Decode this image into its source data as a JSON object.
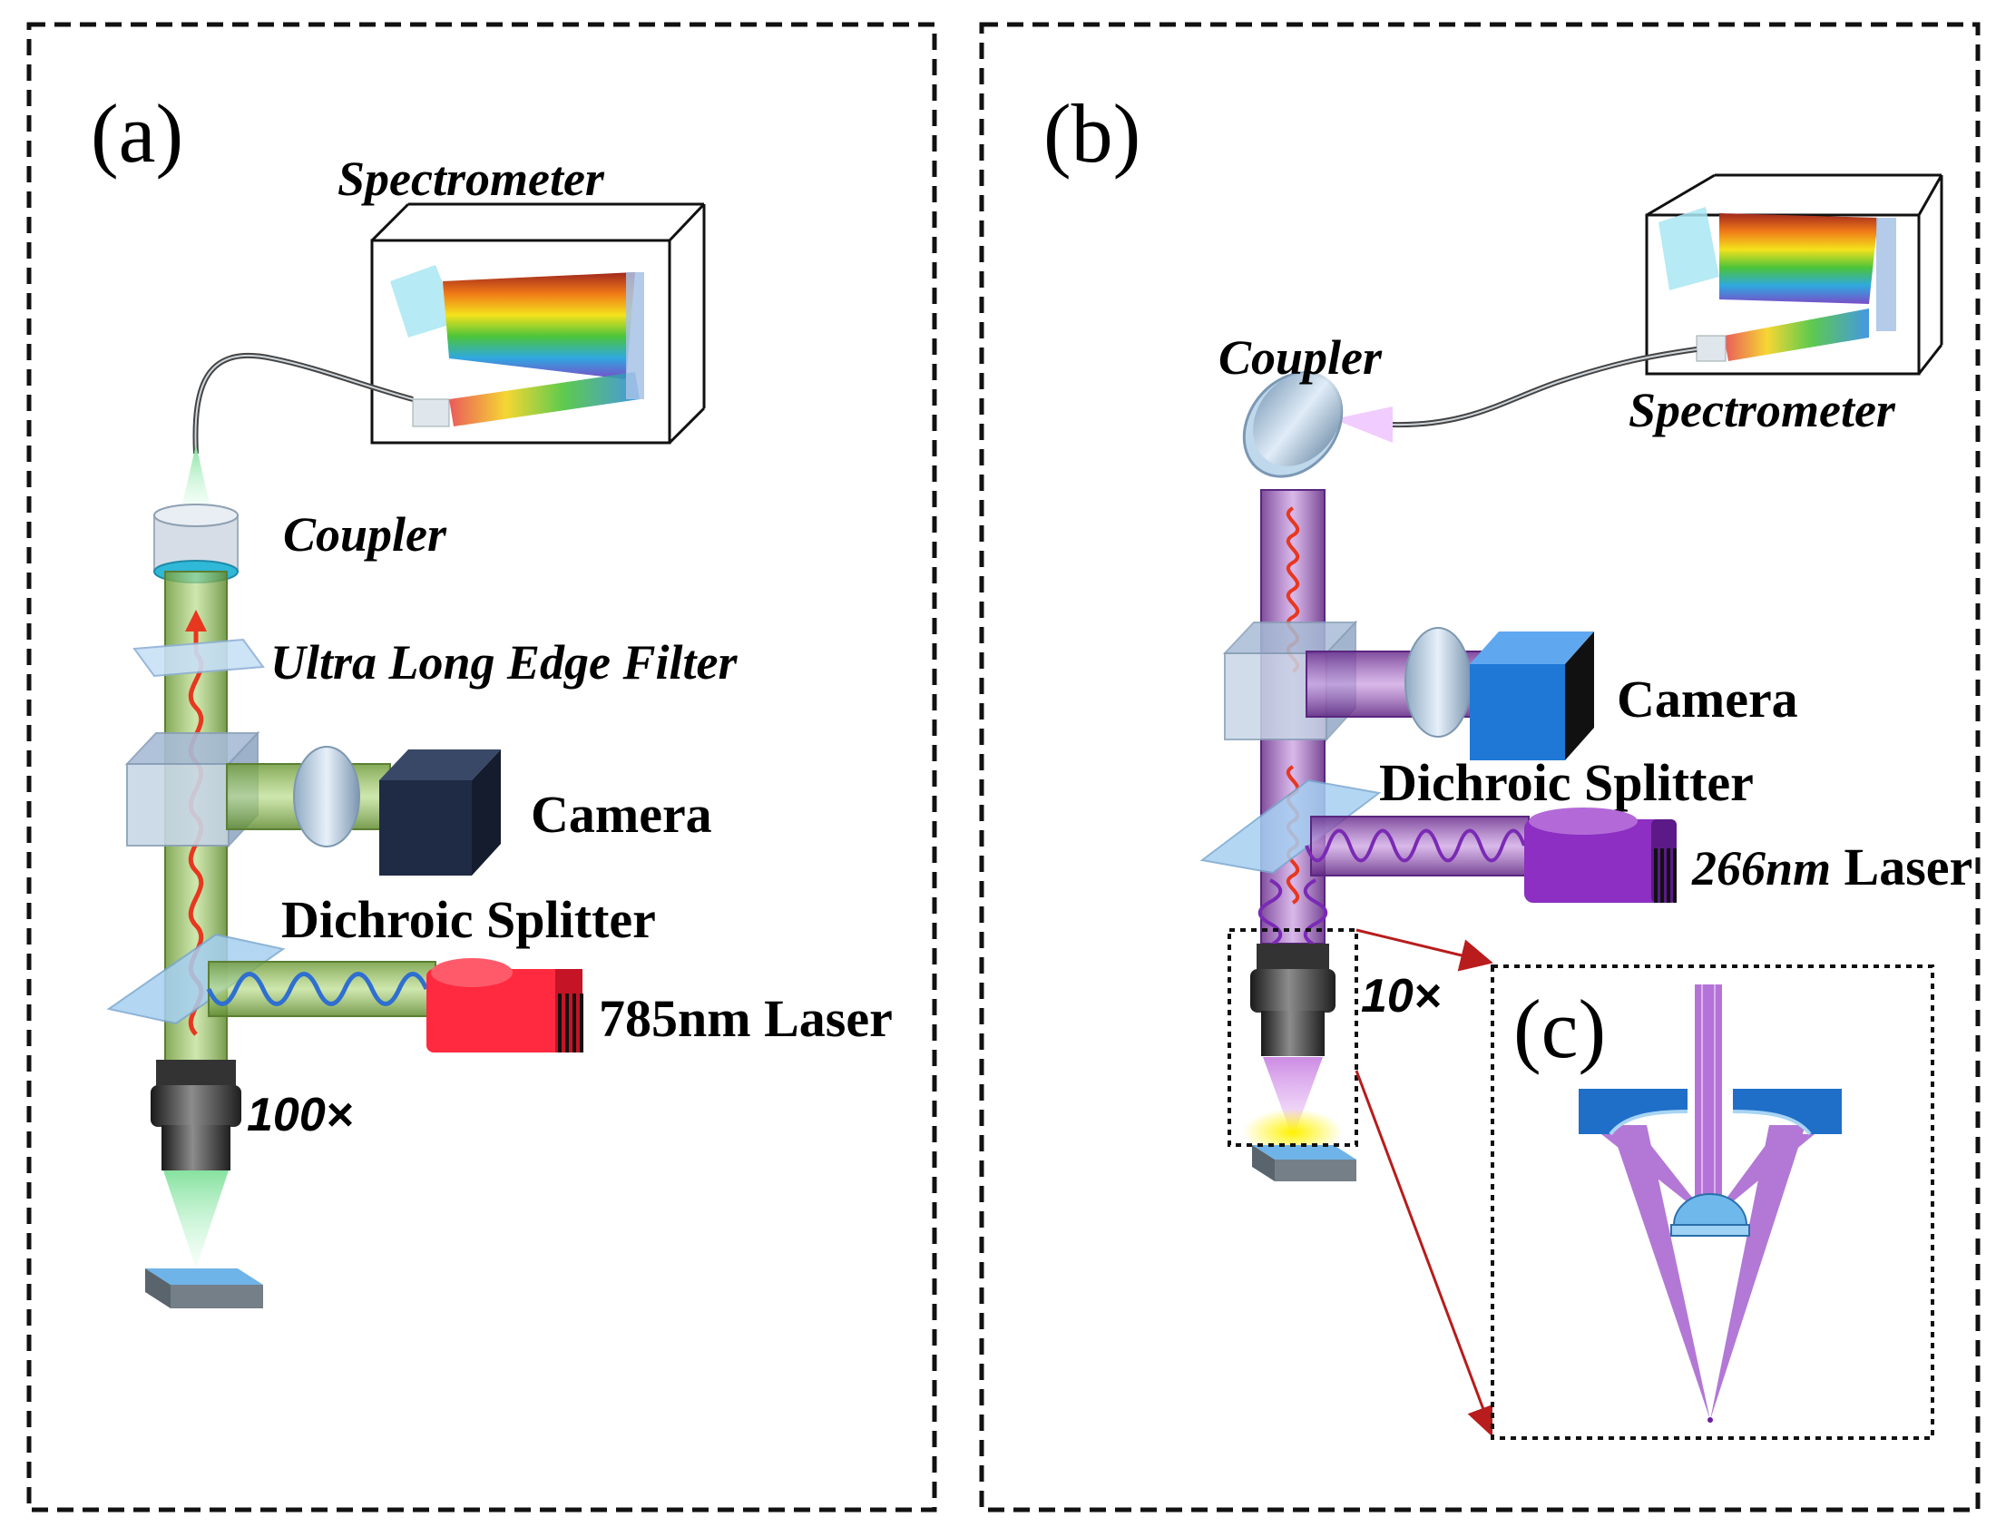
{
  "panels": {
    "a": {
      "label": "(a)",
      "spectrometer": "Spectrometer",
      "coupler": "Coupler",
      "filter": "Ultra Long Edge Filter",
      "camera": "Camera",
      "splitter": "Dichroic Splitter",
      "laser": "785nm Laser",
      "objective": "100×"
    },
    "b": {
      "label": "(b)",
      "spectrometer": "Spectrometer",
      "coupler": "Coupler",
      "camera": "Camera",
      "splitter": "Dichroic Splitter",
      "laser_wavelength": "266nm",
      "laser_word": " Laser",
      "objective": "10×"
    },
    "c": {
      "label": "(c)"
    }
  },
  "colors": {
    "beam_a": "#7fbf4a",
    "beam_b": "#8a3db8",
    "laser_a": "#ff2a40",
    "laser_b": "#8c2fc2",
    "camera_a": "#1f2a44",
    "camera_b": "#1f78d6",
    "raman_wave": "#e8371f",
    "laser_wave": "#2f6fd0",
    "frame": "#111111",
    "arrow": "#b81c1c"
  }
}
